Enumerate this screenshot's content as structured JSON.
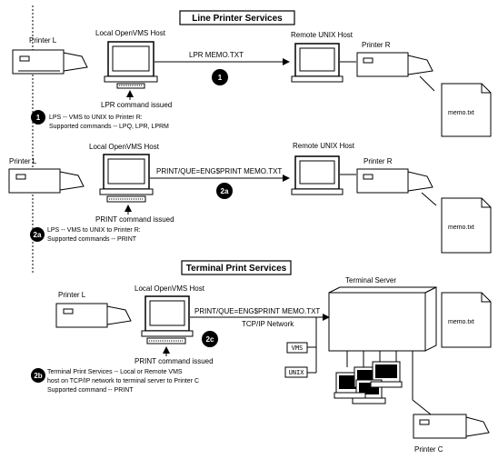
{
  "section1": {
    "title": "Line Printer Services",
    "printer_l": "Printer L",
    "local_host": "Local OpenVMS Host",
    "remote_host": "Remote UNIX Host",
    "printer_r": "Printer R",
    "command": "LPR MEMO.TXT",
    "step": "1",
    "issued": "LPR command issued",
    "file": "memo.txt",
    "note_line1": "LPS -- VMS to UNIX to Printer R:",
    "note_line2": "Supported commands -- LPQ, LPR, LPRM"
  },
  "section2": {
    "printer_l": "Printer L",
    "local_host": "Local  OpenVMS Host",
    "remote_host": "Remote UNIX Host",
    "printer_r": "Printer R",
    "command": "PRINT/QUE=ENG$PRINT MEMO.TXT",
    "step": "2a",
    "issued": "PRINT command issued",
    "file": "memo.txt",
    "note_line1": "LPS -- VMS to UNIX to Printer R:",
    "note_line2": "Supported commands -- PRINT"
  },
  "section3": {
    "title": "Terminal Print Services",
    "printer_l": "Printer L",
    "local_host": "Local  OpenVMS Host",
    "terminal_server": "Terminal Server",
    "command": "PRINT/QUE=ENG$PRINT MEMO.TXT",
    "network": "TCP/IP Network",
    "step_c": "2c",
    "step_b": "2b",
    "issued": "PRINT command issued",
    "file": "memo.txt",
    "vms_box": "VMS",
    "unix_box": "UNIX",
    "printer_c": "Printer C",
    "note_line1": "Terminal Print Services -- Local or Remote VMS",
    "note_line2": "host on TCP/IP network to terminal server to Printer C",
    "note_line3": "Supported command -- PRINT"
  }
}
